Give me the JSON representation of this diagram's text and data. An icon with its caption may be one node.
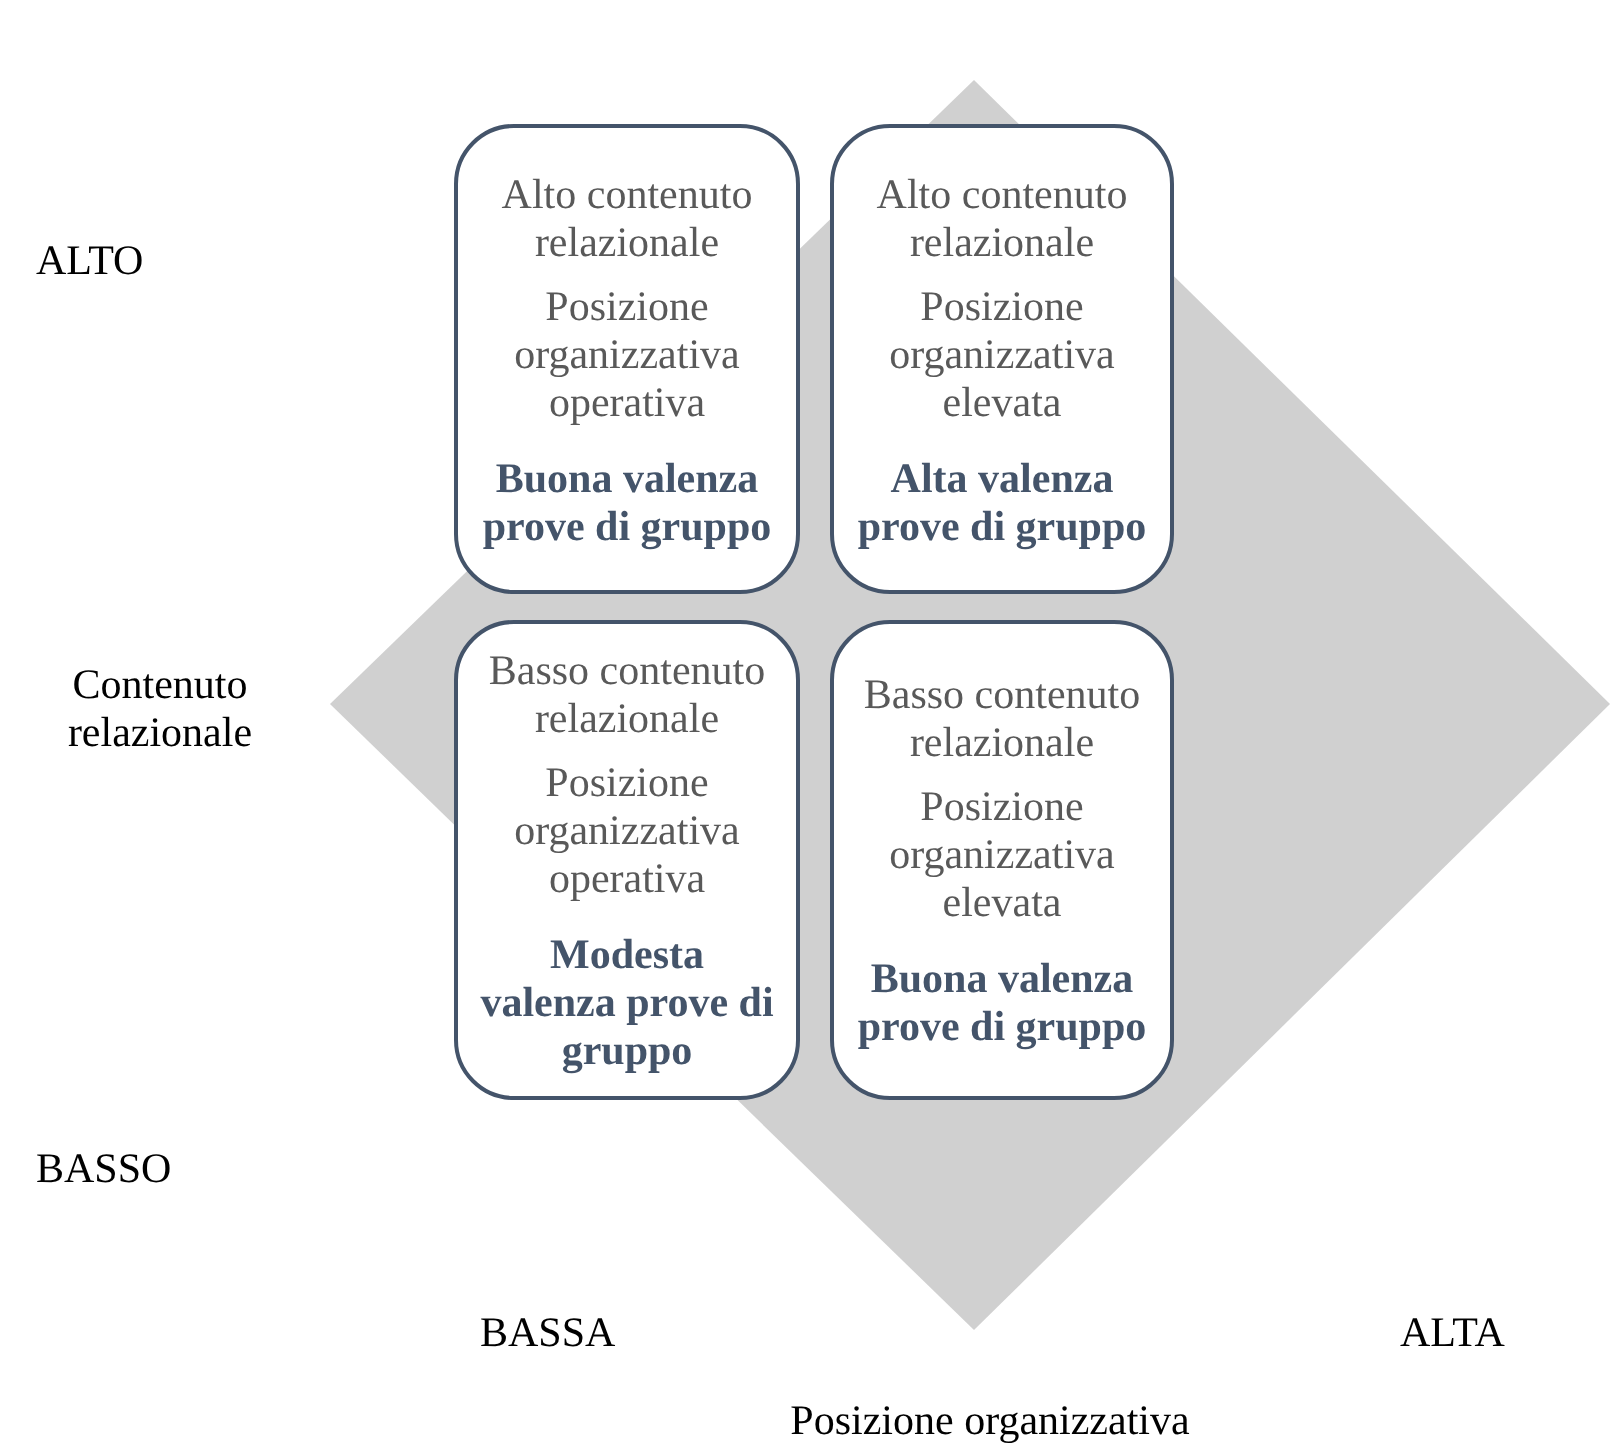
{
  "diagram": {
    "nodes": [
      {
        "text": [
          "Alto contenuto relazionale",
          "Posizione organizzativa operativa",
          "Buona valenza prove di gruppo"
        ]
      },
      {
        "text": [
          "Alto contenuto relazionale",
          "Posizione organizzativa elevata",
          "Alta valenza prove di gruppo"
        ]
      },
      {
        "text": [
          "Basso contenuto relazionale",
          "Posizione organizzativa operativa",
          "Modesta valenza prove di gruppo"
        ]
      },
      {
        "text": [
          "Basso contenuto relazionale",
          "Posizione organizzativa elevata",
          "Buona valenza prove di gruppo"
        ]
      }
    ],
    "edges": [],
    "labels": [
      "ALTO",
      "Contenuto relazionale",
      "BASSO",
      "BASSA",
      "ALTA",
      "Posizione organizzativa"
    ]
  }
}
